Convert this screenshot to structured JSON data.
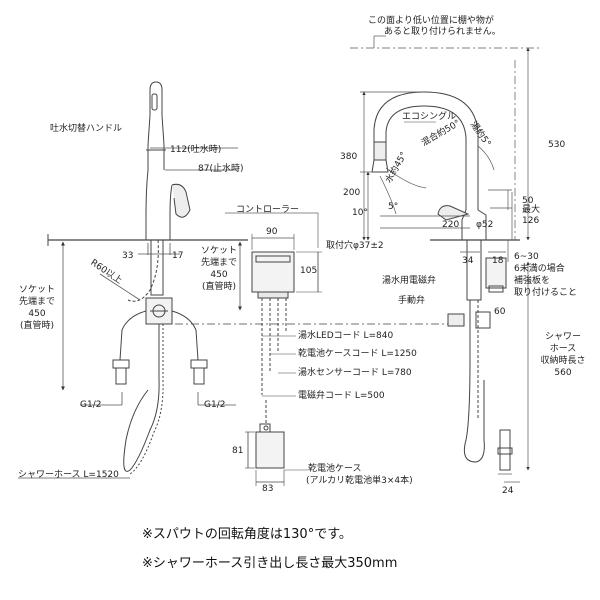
{
  "top_note": [
    "この面より低い位置に棚や物が",
    "あると取り付けられません。"
  ],
  "left": {
    "handle_label": "吐水切替ハンドル",
    "dim_112": "112(吐水時)",
    "dim_87": "87(止水時)",
    "dim_33": "33",
    "dim_17": "17",
    "r60": "R60以上",
    "socket_left": [
      "ソケット",
      "先端まで",
      "450",
      "(直管時)"
    ],
    "socket_right": [
      "ソケット",
      "先端まで",
      "450",
      "(直管時)"
    ],
    "g1": "G1/2",
    "g2": "G1/2",
    "shower_hose": "シャワーホース L=1520"
  },
  "controller": {
    "label": "コントローラー",
    "dim_90": "90",
    "dim_105": "105"
  },
  "cords": [
    "湯水LEDコード L=840",
    "乾電池ケースコード L=1250",
    "湯水センサーコード L=780",
    "電磁弁コード L=500"
  ],
  "battery": {
    "dim_81": "81",
    "dim_83": "83",
    "label": "乾電池ケース",
    "sub": "(アルカリ乾電池単3×4本)"
  },
  "right": {
    "dim_380": "380",
    "dim_200": "200",
    "eco": "エコシングル",
    "mix": "混合約50°",
    "hot": "湯約5°",
    "water": "水約45°",
    "dim_10": "10°",
    "dim_5": "5°",
    "dim_530": "530",
    "dim_50": "50",
    "dim_220": "220",
    "dim_52": "φ52",
    "max": "最大",
    "dim_126": "126",
    "hole": "取付穴φ37±2",
    "dim_34": "34",
    "dim_18": "18",
    "range": "6~30",
    "reinforce": [
      "6未満の場合",
      "補強板を",
      "取り付けること"
    ],
    "valve_label": "湯水用電磁弁",
    "hand_valve": "手動弁",
    "dim_60": "60",
    "shower_store": [
      "シャワー",
      "ホース",
      "収納時長さ",
      "560"
    ],
    "dim_24": "24"
  },
  "footer": [
    "※スパウトの回転角度は130°です。",
    "※シャワーホース引き出し長さ最大350mm"
  ]
}
